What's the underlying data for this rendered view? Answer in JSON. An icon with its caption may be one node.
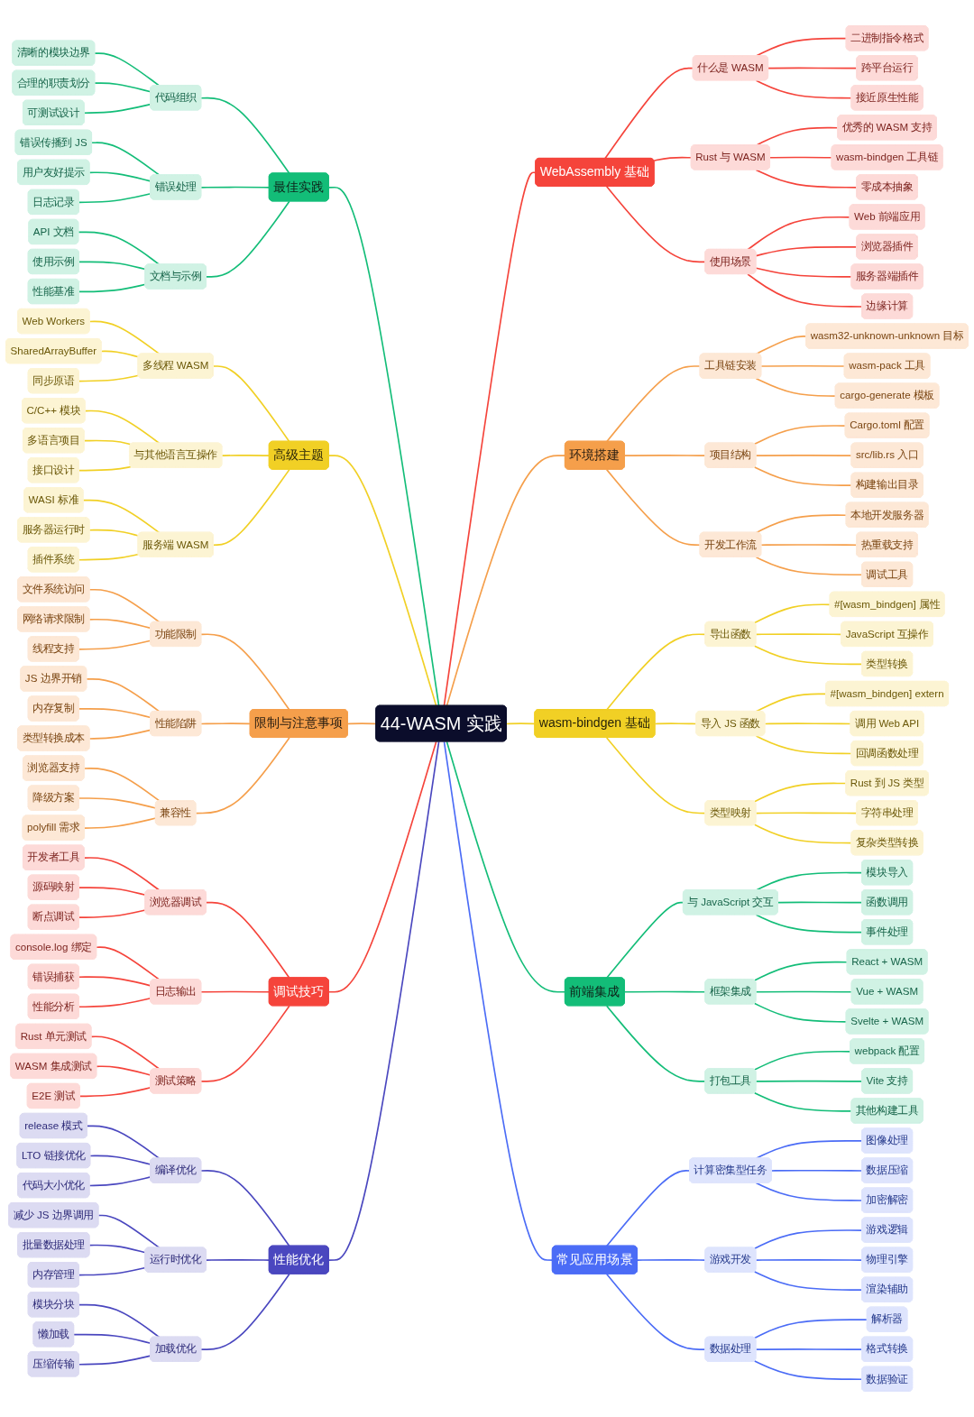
{
  "diagram": {
    "nodes": [
      {
        "text": [
          "44-WASM 实践"
        ]
      },
      {
        "text": [
          "WebAssembly 基础"
        ]
      },
      {
        "text": [
          "什么是 WASM"
        ]
      },
      {
        "text": [
          "二进制指令格式"
        ]
      },
      {
        "text": [
          "跨平台运行"
        ]
      },
      {
        "text": [
          "接近原生性能"
        ]
      },
      {
        "text": [
          "Rust 与 WASM"
        ]
      },
      {
        "text": [
          "优秀的 WASM 支持"
        ]
      },
      {
        "text": [
          "wasm-bindgen 工具链"
        ]
      },
      {
        "text": [
          "零成本抽象"
        ]
      },
      {
        "text": [
          "使用场景"
        ]
      },
      {
        "text": [
          "Web 前端应用"
        ]
      },
      {
        "text": [
          "浏览器插件"
        ]
      },
      {
        "text": [
          "服务器端插件"
        ]
      },
      {
        "text": [
          "边缘计算"
        ]
      },
      {
        "text": [
          "环境搭建"
        ]
      },
      {
        "text": [
          "工具链安装"
        ]
      },
      {
        "text": [
          "wasm32-unknown-unknown 目标"
        ]
      },
      {
        "text": [
          "wasm-pack 工具"
        ]
      },
      {
        "text": [
          "cargo-generate 模板"
        ]
      },
      {
        "text": [
          "项目结构"
        ]
      },
      {
        "text": [
          "Cargo.toml 配置"
        ]
      },
      {
        "text": [
          "src/lib.rs 入口"
        ]
      },
      {
        "text": [
          "构建输出目录"
        ]
      },
      {
        "text": [
          "开发工作流"
        ]
      },
      {
        "text": [
          "本地开发服务器"
        ]
      },
      {
        "text": [
          "热重载支持"
        ]
      },
      {
        "text": [
          "调试工具"
        ]
      },
      {
        "text": [
          "wasm-bindgen 基础"
        ]
      },
      {
        "text": [
          "导出函数"
        ]
      },
      {
        "text": [
          "#[wasm_bindgen] 属性"
        ]
      },
      {
        "text": [
          "JavaScript 互操作"
        ]
      },
      {
        "text": [
          "类型转换"
        ]
      },
      {
        "text": [
          "导入 JS 函数"
        ]
      },
      {
        "text": [
          "#[wasm_bindgen] extern"
        ]
      },
      {
        "text": [
          "调用 Web API"
        ]
      },
      {
        "text": [
          "回调函数处理"
        ]
      },
      {
        "text": [
          "类型映射"
        ]
      },
      {
        "text": [
          "Rust 到 JS 类型"
        ]
      },
      {
        "text": [
          "字符串处理"
        ]
      },
      {
        "text": [
          "复杂类型转换"
        ]
      },
      {
        "text": [
          "前端集成"
        ]
      },
      {
        "text": [
          "与 JavaScript 交互"
        ]
      },
      {
        "text": [
          "模块导入"
        ]
      },
      {
        "text": [
          "函数调用"
        ]
      },
      {
        "text": [
          "事件处理"
        ]
      },
      {
        "text": [
          "框架集成"
        ]
      },
      {
        "text": [
          "React + WASM"
        ]
      },
      {
        "text": [
          "Vue + WASM"
        ]
      },
      {
        "text": [
          "Svelte + WASM"
        ]
      },
      {
        "text": [
          "打包工具"
        ]
      },
      {
        "text": [
          "webpack 配置"
        ]
      },
      {
        "text": [
          "Vite 支持"
        ]
      },
      {
        "text": [
          "其他构建工具"
        ]
      },
      {
        "text": [
          "常见应用场景"
        ]
      },
      {
        "text": [
          "计算密集型任务"
        ]
      },
      {
        "text": [
          "图像处理"
        ]
      },
      {
        "text": [
          "数据压缩"
        ]
      },
      {
        "text": [
          "加密解密"
        ]
      },
      {
        "text": [
          "游戏开发"
        ]
      },
      {
        "text": [
          "游戏逻辑"
        ]
      },
      {
        "text": [
          "物理引擎"
        ]
      },
      {
        "text": [
          "渲染辅助"
        ]
      },
      {
        "text": [
          "数据处理"
        ]
      },
      {
        "text": [
          "解析器"
        ]
      },
      {
        "text": [
          "格式转换"
        ]
      },
      {
        "text": [
          "数据验证"
        ]
      },
      {
        "text": [
          "最佳实践"
        ]
      },
      {
        "text": [
          "代码组织"
        ]
      },
      {
        "text": [
          "清晰的模块边界"
        ]
      },
      {
        "text": [
          "合理的职责划分"
        ]
      },
      {
        "text": [
          "可测试设计"
        ]
      },
      {
        "text": [
          "错误处理"
        ]
      },
      {
        "text": [
          "错误传播到 JS"
        ]
      },
      {
        "text": [
          "用户友好提示"
        ]
      },
      {
        "text": [
          "日志记录"
        ]
      },
      {
        "text": [
          "文档与示例"
        ]
      },
      {
        "text": [
          "API 文档"
        ]
      },
      {
        "text": [
          "使用示例"
        ]
      },
      {
        "text": [
          "性能基准"
        ]
      },
      {
        "text": [
          "高级主题"
        ]
      },
      {
        "text": [
          "多线程 WASM"
        ]
      },
      {
        "text": [
          "Web Workers"
        ]
      },
      {
        "text": [
          "SharedArrayBuffer"
        ]
      },
      {
        "text": [
          "同步原语"
        ]
      },
      {
        "text": [
          "与其他语言互操作"
        ]
      },
      {
        "text": [
          "C/C++ 模块"
        ]
      },
      {
        "text": [
          "多语言项目"
        ]
      },
      {
        "text": [
          "接口设计"
        ]
      },
      {
        "text": [
          "服务端 WASM"
        ]
      },
      {
        "text": [
          "WASI 标准"
        ]
      },
      {
        "text": [
          "服务器运行时"
        ]
      },
      {
        "text": [
          "插件系统"
        ]
      },
      {
        "text": [
          "限制与注意事项"
        ]
      },
      {
        "text": [
          "功能限制"
        ]
      },
      {
        "text": [
          "文件系统访问"
        ]
      },
      {
        "text": [
          "网络请求限制"
        ]
      },
      {
        "text": [
          "线程支持"
        ]
      },
      {
        "text": [
          "性能陷阱"
        ]
      },
      {
        "text": [
          "JS 边界开销"
        ]
      },
      {
        "text": [
          "内存复制"
        ]
      },
      {
        "text": [
          "类型转换成本"
        ]
      },
      {
        "text": [
          "兼容性"
        ]
      },
      {
        "text": [
          "浏览器支持"
        ]
      },
      {
        "text": [
          "降级方案"
        ]
      },
      {
        "text": [
          "polyfill 需求"
        ]
      },
      {
        "text": [
          "调试技巧"
        ]
      },
      {
        "text": [
          "浏览器调试"
        ]
      },
      {
        "text": [
          "开发者工具"
        ]
      },
      {
        "text": [
          "源码映射"
        ]
      },
      {
        "text": [
          "断点调试"
        ]
      },
      {
        "text": [
          "日志输出"
        ]
      },
      {
        "text": [
          "console.log 绑定"
        ]
      },
      {
        "text": [
          "错误捕获"
        ]
      },
      {
        "text": [
          "性能分析"
        ]
      },
      {
        "text": [
          "测试策略"
        ]
      },
      {
        "text": [
          "Rust 单元测试"
        ]
      },
      {
        "text": [
          "WASM 集成测试"
        ]
      },
      {
        "text": [
          "E2E 测试"
        ]
      },
      {
        "text": [
          "性能优化"
        ]
      },
      {
        "text": [
          "编译优化"
        ]
      },
      {
        "text": [
          "release 模式"
        ]
      },
      {
        "text": [
          "LTO 链接优化"
        ]
      },
      {
        "text": [
          "代码大小优化"
        ]
      },
      {
        "text": [
          "运行时优化"
        ]
      },
      {
        "text": [
          "减少 JS 边界调用"
        ]
      },
      {
        "text": [
          "批量数据处理"
        ]
      },
      {
        "text": [
          "内存管理"
        ]
      },
      {
        "text": [
          "加载优化"
        ]
      },
      {
        "text": [
          "模块分块"
        ]
      },
      {
        "text": [
          "懒加载"
        ]
      },
      {
        "text": [
          "压缩传输"
        ]
      }
    ],
    "edges": [
      {
        "from": 0,
        "to": 1,
        "arrow": "none",
        "color": "#f5443b"
      },
      {
        "from": 1,
        "to": 2,
        "arrow": "none",
        "color": "#f5443b"
      },
      {
        "from": 2,
        "to": 3,
        "arrow": "none",
        "color": "#f5443b"
      },
      {
        "from": 2,
        "to": 4,
        "arrow": "none",
        "color": "#f5443b"
      },
      {
        "from": 2,
        "to": 5,
        "arrow": "none",
        "color": "#f5443b"
      },
      {
        "from": 1,
        "to": 6,
        "arrow": "none",
        "color": "#f5443b"
      },
      {
        "from": 6,
        "to": 7,
        "arrow": "none",
        "color": "#f5443b"
      },
      {
        "from": 6,
        "to": 8,
        "arrow": "none",
        "color": "#f5443b"
      },
      {
        "from": 6,
        "to": 9,
        "arrow": "none",
        "color": "#f5443b"
      },
      {
        "from": 1,
        "to": 10,
        "arrow": "none",
        "color": "#f5443b"
      },
      {
        "from": 10,
        "to": 11,
        "arrow": "none",
        "color": "#f5443b"
      },
      {
        "from": 10,
        "to": 12,
        "arrow": "none",
        "color": "#f5443b"
      },
      {
        "from": 10,
        "to": 13,
        "arrow": "none",
        "color": "#f5443b"
      },
      {
        "from": 10,
        "to": 14,
        "arrow": "none",
        "color": "#f5443b"
      },
      {
        "from": 0,
        "to": 15,
        "arrow": "none",
        "color": "#f59f4b"
      },
      {
        "from": 15,
        "to": 16,
        "arrow": "none",
        "color": "#f59f4b"
      },
      {
        "from": 16,
        "to": 17,
        "arrow": "none",
        "color": "#f59f4b"
      },
      {
        "from": 16,
        "to": 18,
        "arrow": "none",
        "color": "#f59f4b"
      },
      {
        "from": 16,
        "to": 19,
        "arrow": "none",
        "color": "#f59f4b"
      },
      {
        "from": 15,
        "to": 20,
        "arrow": "none",
        "color": "#f59f4b"
      },
      {
        "from": 20,
        "to": 21,
        "arrow": "none",
        "color": "#f59f4b"
      },
      {
        "from": 20,
        "to": 22,
        "arrow": "none",
        "color": "#f59f4b"
      },
      {
        "from": 20,
        "to": 23,
        "arrow": "none",
        "color": "#f59f4b"
      },
      {
        "from": 15,
        "to": 24,
        "arrow": "none",
        "color": "#f59f4b"
      },
      {
        "from": 24,
        "to": 25,
        "arrow": "none",
        "color": "#f59f4b"
      },
      {
        "from": 24,
        "to": 26,
        "arrow": "none",
        "color": "#f59f4b"
      },
      {
        "from": 24,
        "to": 27,
        "arrow": "none",
        "color": "#f59f4b"
      },
      {
        "from": 0,
        "to": 28,
        "arrow": "none",
        "color": "#f1d025"
      },
      {
        "from": 28,
        "to": 29,
        "arrow": "none",
        "color": "#f1d025"
      },
      {
        "from": 29,
        "to": 30,
        "arrow": "none",
        "color": "#f1d025"
      },
      {
        "from": 29,
        "to": 31,
        "arrow": "none",
        "color": "#f1d025"
      },
      {
        "from": 29,
        "to": 32,
        "arrow": "none",
        "color": "#f1d025"
      },
      {
        "from": 28,
        "to": 33,
        "arrow": "none",
        "color": "#f1d025"
      },
      {
        "from": 33,
        "to": 34,
        "arrow": "none",
        "color": "#f1d025"
      },
      {
        "from": 33,
        "to": 35,
        "arrow": "none",
        "color": "#f1d025"
      },
      {
        "from": 33,
        "to": 36,
        "arrow": "none",
        "color": "#f1d025"
      },
      {
        "from": 28,
        "to": 37,
        "arrow": "none",
        "color": "#f1d025"
      },
      {
        "from": 37,
        "to": 38,
        "arrow": "none",
        "color": "#f1d025"
      },
      {
        "from": 37,
        "to": 39,
        "arrow": "none",
        "color": "#f1d025"
      },
      {
        "from": 37,
        "to": 40,
        "arrow": "none",
        "color": "#f1d025"
      },
      {
        "from": 0,
        "to": 41,
        "arrow": "none",
        "color": "#13bd78"
      },
      {
        "from": 41,
        "to": 42,
        "arrow": "none",
        "color": "#13bd78"
      },
      {
        "from": 42,
        "to": 43,
        "arrow": "none",
        "color": "#13bd78"
      },
      {
        "from": 42,
        "to": 44,
        "arrow": "none",
        "color": "#13bd78"
      },
      {
        "from": 42,
        "to": 45,
        "arrow": "none",
        "color": "#13bd78"
      },
      {
        "from": 41,
        "to": 46,
        "arrow": "none",
        "color": "#13bd78"
      },
      {
        "from": 46,
        "to": 47,
        "arrow": "none",
        "color": "#13bd78"
      },
      {
        "from": 46,
        "to": 48,
        "arrow": "none",
        "color": "#13bd78"
      },
      {
        "from": 46,
        "to": 49,
        "arrow": "none",
        "color": "#13bd78"
      },
      {
        "from": 41,
        "to": 50,
        "arrow": "none",
        "color": "#13bd78"
      },
      {
        "from": 50,
        "to": 51,
        "arrow": "none",
        "color": "#13bd78"
      },
      {
        "from": 50,
        "to": 52,
        "arrow": "none",
        "color": "#13bd78"
      },
      {
        "from": 50,
        "to": 53,
        "arrow": "none",
        "color": "#13bd78"
      },
      {
        "from": 0,
        "to": 54,
        "arrow": "none",
        "color": "#4b6cf6"
      },
      {
        "from": 54,
        "to": 55,
        "arrow": "none",
        "color": "#4b6cf6"
      },
      {
        "from": 55,
        "to": 56,
        "arrow": "none",
        "color": "#4b6cf6"
      },
      {
        "from": 55,
        "to": 57,
        "arrow": "none",
        "color": "#4b6cf6"
      },
      {
        "from": 55,
        "to": 58,
        "arrow": "none",
        "color": "#4b6cf6"
      },
      {
        "from": 54,
        "to": 59,
        "arrow": "none",
        "color": "#4b6cf6"
      },
      {
        "from": 59,
        "to": 60,
        "arrow": "none",
        "color": "#4b6cf6"
      },
      {
        "from": 59,
        "to": 61,
        "arrow": "none",
        "color": "#4b6cf6"
      },
      {
        "from": 59,
        "to": 62,
        "arrow": "none",
        "color": "#4b6cf6"
      },
      {
        "from": 54,
        "to": 63,
        "arrow": "none",
        "color": "#4b6cf6"
      },
      {
        "from": 63,
        "to": 64,
        "arrow": "none",
        "color": "#4b6cf6"
      },
      {
        "from": 63,
        "to": 65,
        "arrow": "none",
        "color": "#4b6cf6"
      },
      {
        "from": 63,
        "to": 66,
        "arrow": "none",
        "color": "#4b6cf6"
      },
      {
        "from": 67,
        "to": 0,
        "arrow": "none",
        "color": "#13bd78"
      },
      {
        "from": 68,
        "to": 67,
        "arrow": "none",
        "color": "#13bd78"
      },
      {
        "from": 69,
        "to": 68,
        "arrow": "none",
        "color": "#13bd78"
      },
      {
        "from": 70,
        "to": 68,
        "arrow": "none",
        "color": "#13bd78"
      },
      {
        "from": 71,
        "to": 68,
        "arrow": "none",
        "color": "#13bd78"
      },
      {
        "from": 72,
        "to": 67,
        "arrow": "none",
        "color": "#13bd78"
      },
      {
        "from": 73,
        "to": 72,
        "arrow": "none",
        "color": "#13bd78"
      },
      {
        "from": 74,
        "to": 72,
        "arrow": "none",
        "color": "#13bd78"
      },
      {
        "from": 75,
        "to": 72,
        "arrow": "none",
        "color": "#13bd78"
      },
      {
        "from": 76,
        "to": 67,
        "arrow": "none",
        "color": "#13bd78"
      },
      {
        "from": 77,
        "to": 76,
        "arrow": "none",
        "color": "#13bd78"
      },
      {
        "from": 78,
        "to": 76,
        "arrow": "none",
        "color": "#13bd78"
      },
      {
        "from": 79,
        "to": 76,
        "arrow": "none",
        "color": "#13bd78"
      },
      {
        "from": 80,
        "to": 0,
        "arrow": "none",
        "color": "#f1d025"
      },
      {
        "from": 81,
        "to": 80,
        "arrow": "none",
        "color": "#f1d025"
      },
      {
        "from": 82,
        "to": 81,
        "arrow": "none",
        "color": "#f1d025"
      },
      {
        "from": 83,
        "to": 81,
        "arrow": "none",
        "color": "#f1d025"
      },
      {
        "from": 84,
        "to": 81,
        "arrow": "none",
        "color": "#f1d025"
      },
      {
        "from": 85,
        "to": 80,
        "arrow": "none",
        "color": "#f1d025"
      },
      {
        "from": 86,
        "to": 85,
        "arrow": "none",
        "color": "#f1d025"
      },
      {
        "from": 87,
        "to": 85,
        "arrow": "none",
        "color": "#f1d025"
      },
      {
        "from": 88,
        "to": 85,
        "arrow": "none",
        "color": "#f1d025"
      },
      {
        "from": 89,
        "to": 80,
        "arrow": "none",
        "color": "#f1d025"
      },
      {
        "from": 90,
        "to": 89,
        "arrow": "none",
        "color": "#f1d025"
      },
      {
        "from": 91,
        "to": 89,
        "arrow": "none",
        "color": "#f1d025"
      },
      {
        "from": 92,
        "to": 89,
        "arrow": "none",
        "color": "#f1d025"
      },
      {
        "from": 93,
        "to": 0,
        "arrow": "none",
        "color": "#f59f4b"
      },
      {
        "from": 94,
        "to": 93,
        "arrow": "none",
        "color": "#f59f4b"
      },
      {
        "from": 95,
        "to": 94,
        "arrow": "none",
        "color": "#f59f4b"
      },
      {
        "from": 96,
        "to": 94,
        "arrow": "none",
        "color": "#f59f4b"
      },
      {
        "from": 97,
        "to": 94,
        "arrow": "none",
        "color": "#f59f4b"
      },
      {
        "from": 98,
        "to": 93,
        "arrow": "none",
        "color": "#f59f4b"
      },
      {
        "from": 99,
        "to": 98,
        "arrow": "none",
        "color": "#f59f4b"
      },
      {
        "from": 100,
        "to": 98,
        "arrow": "none",
        "color": "#f59f4b"
      },
      {
        "from": 101,
        "to": 98,
        "arrow": "none",
        "color": "#f59f4b"
      },
      {
        "from": 102,
        "to": 93,
        "arrow": "none",
        "color": "#f59f4b"
      },
      {
        "from": 103,
        "to": 102,
        "arrow": "none",
        "color": "#f59f4b"
      },
      {
        "from": 104,
        "to": 102,
        "arrow": "none",
        "color": "#f59f4b"
      },
      {
        "from": 105,
        "to": 102,
        "arrow": "none",
        "color": "#f59f4b"
      },
      {
        "from": 106,
        "to": 0,
        "arrow": "none",
        "color": "#f5443b"
      },
      {
        "from": 107,
        "to": 106,
        "arrow": "none",
        "color": "#f5443b"
      },
      {
        "from": 108,
        "to": 107,
        "arrow": "none",
        "color": "#f5443b"
      },
      {
        "from": 109,
        "to": 107,
        "arrow": "none",
        "color": "#f5443b"
      },
      {
        "from": 110,
        "to": 107,
        "arrow": "none",
        "color": "#f5443b"
      },
      {
        "from": 111,
        "to": 106,
        "arrow": "none",
        "color": "#f5443b"
      },
      {
        "from": 112,
        "to": 111,
        "arrow": "none",
        "color": "#f5443b"
      },
      {
        "from": 113,
        "to": 111,
        "arrow": "none",
        "color": "#f5443b"
      },
      {
        "from": 114,
        "to": 111,
        "arrow": "none",
        "color": "#f5443b"
      },
      {
        "from": 115,
        "to": 106,
        "arrow": "none",
        "color": "#f5443b"
      },
      {
        "from": 116,
        "to": 115,
        "arrow": "none",
        "color": "#f5443b"
      },
      {
        "from": 117,
        "to": 115,
        "arrow": "none",
        "color": "#f5443b"
      },
      {
        "from": 118,
        "to": 115,
        "arrow": "none",
        "color": "#f5443b"
      },
      {
        "from": 119,
        "to": 0,
        "arrow": "none",
        "color": "#4a47bf"
      },
      {
        "from": 120,
        "to": 119,
        "arrow": "none",
        "color": "#4a47bf"
      },
      {
        "from": 121,
        "to": 120,
        "arrow": "none",
        "color": "#4a47bf"
      },
      {
        "from": 122,
        "to": 120,
        "arrow": "none",
        "color": "#4a47bf"
      },
      {
        "from": 123,
        "to": 120,
        "arrow": "none",
        "color": "#4a47bf"
      },
      {
        "from": 124,
        "to": 119,
        "arrow": "none",
        "color": "#4a47bf"
      },
      {
        "from": 125,
        "to": 124,
        "arrow": "none",
        "color": "#4a47bf"
      },
      {
        "from": 126,
        "to": 124,
        "arrow": "none",
        "color": "#4a47bf"
      },
      {
        "from": 127,
        "to": 124,
        "arrow": "none",
        "color": "#4a47bf"
      },
      {
        "from": 128,
        "to": 119,
        "arrow": "none",
        "color": "#4a47bf"
      },
      {
        "from": 129,
        "to": 128,
        "arrow": "none",
        "color": "#4a47bf"
      },
      {
        "from": 130,
        "to": 128,
        "arrow": "none",
        "color": "#4a47bf"
      },
      {
        "from": 131,
        "to": 128,
        "arrow": "none",
        "color": "#4a47bf"
      }
    ]
  }
}
